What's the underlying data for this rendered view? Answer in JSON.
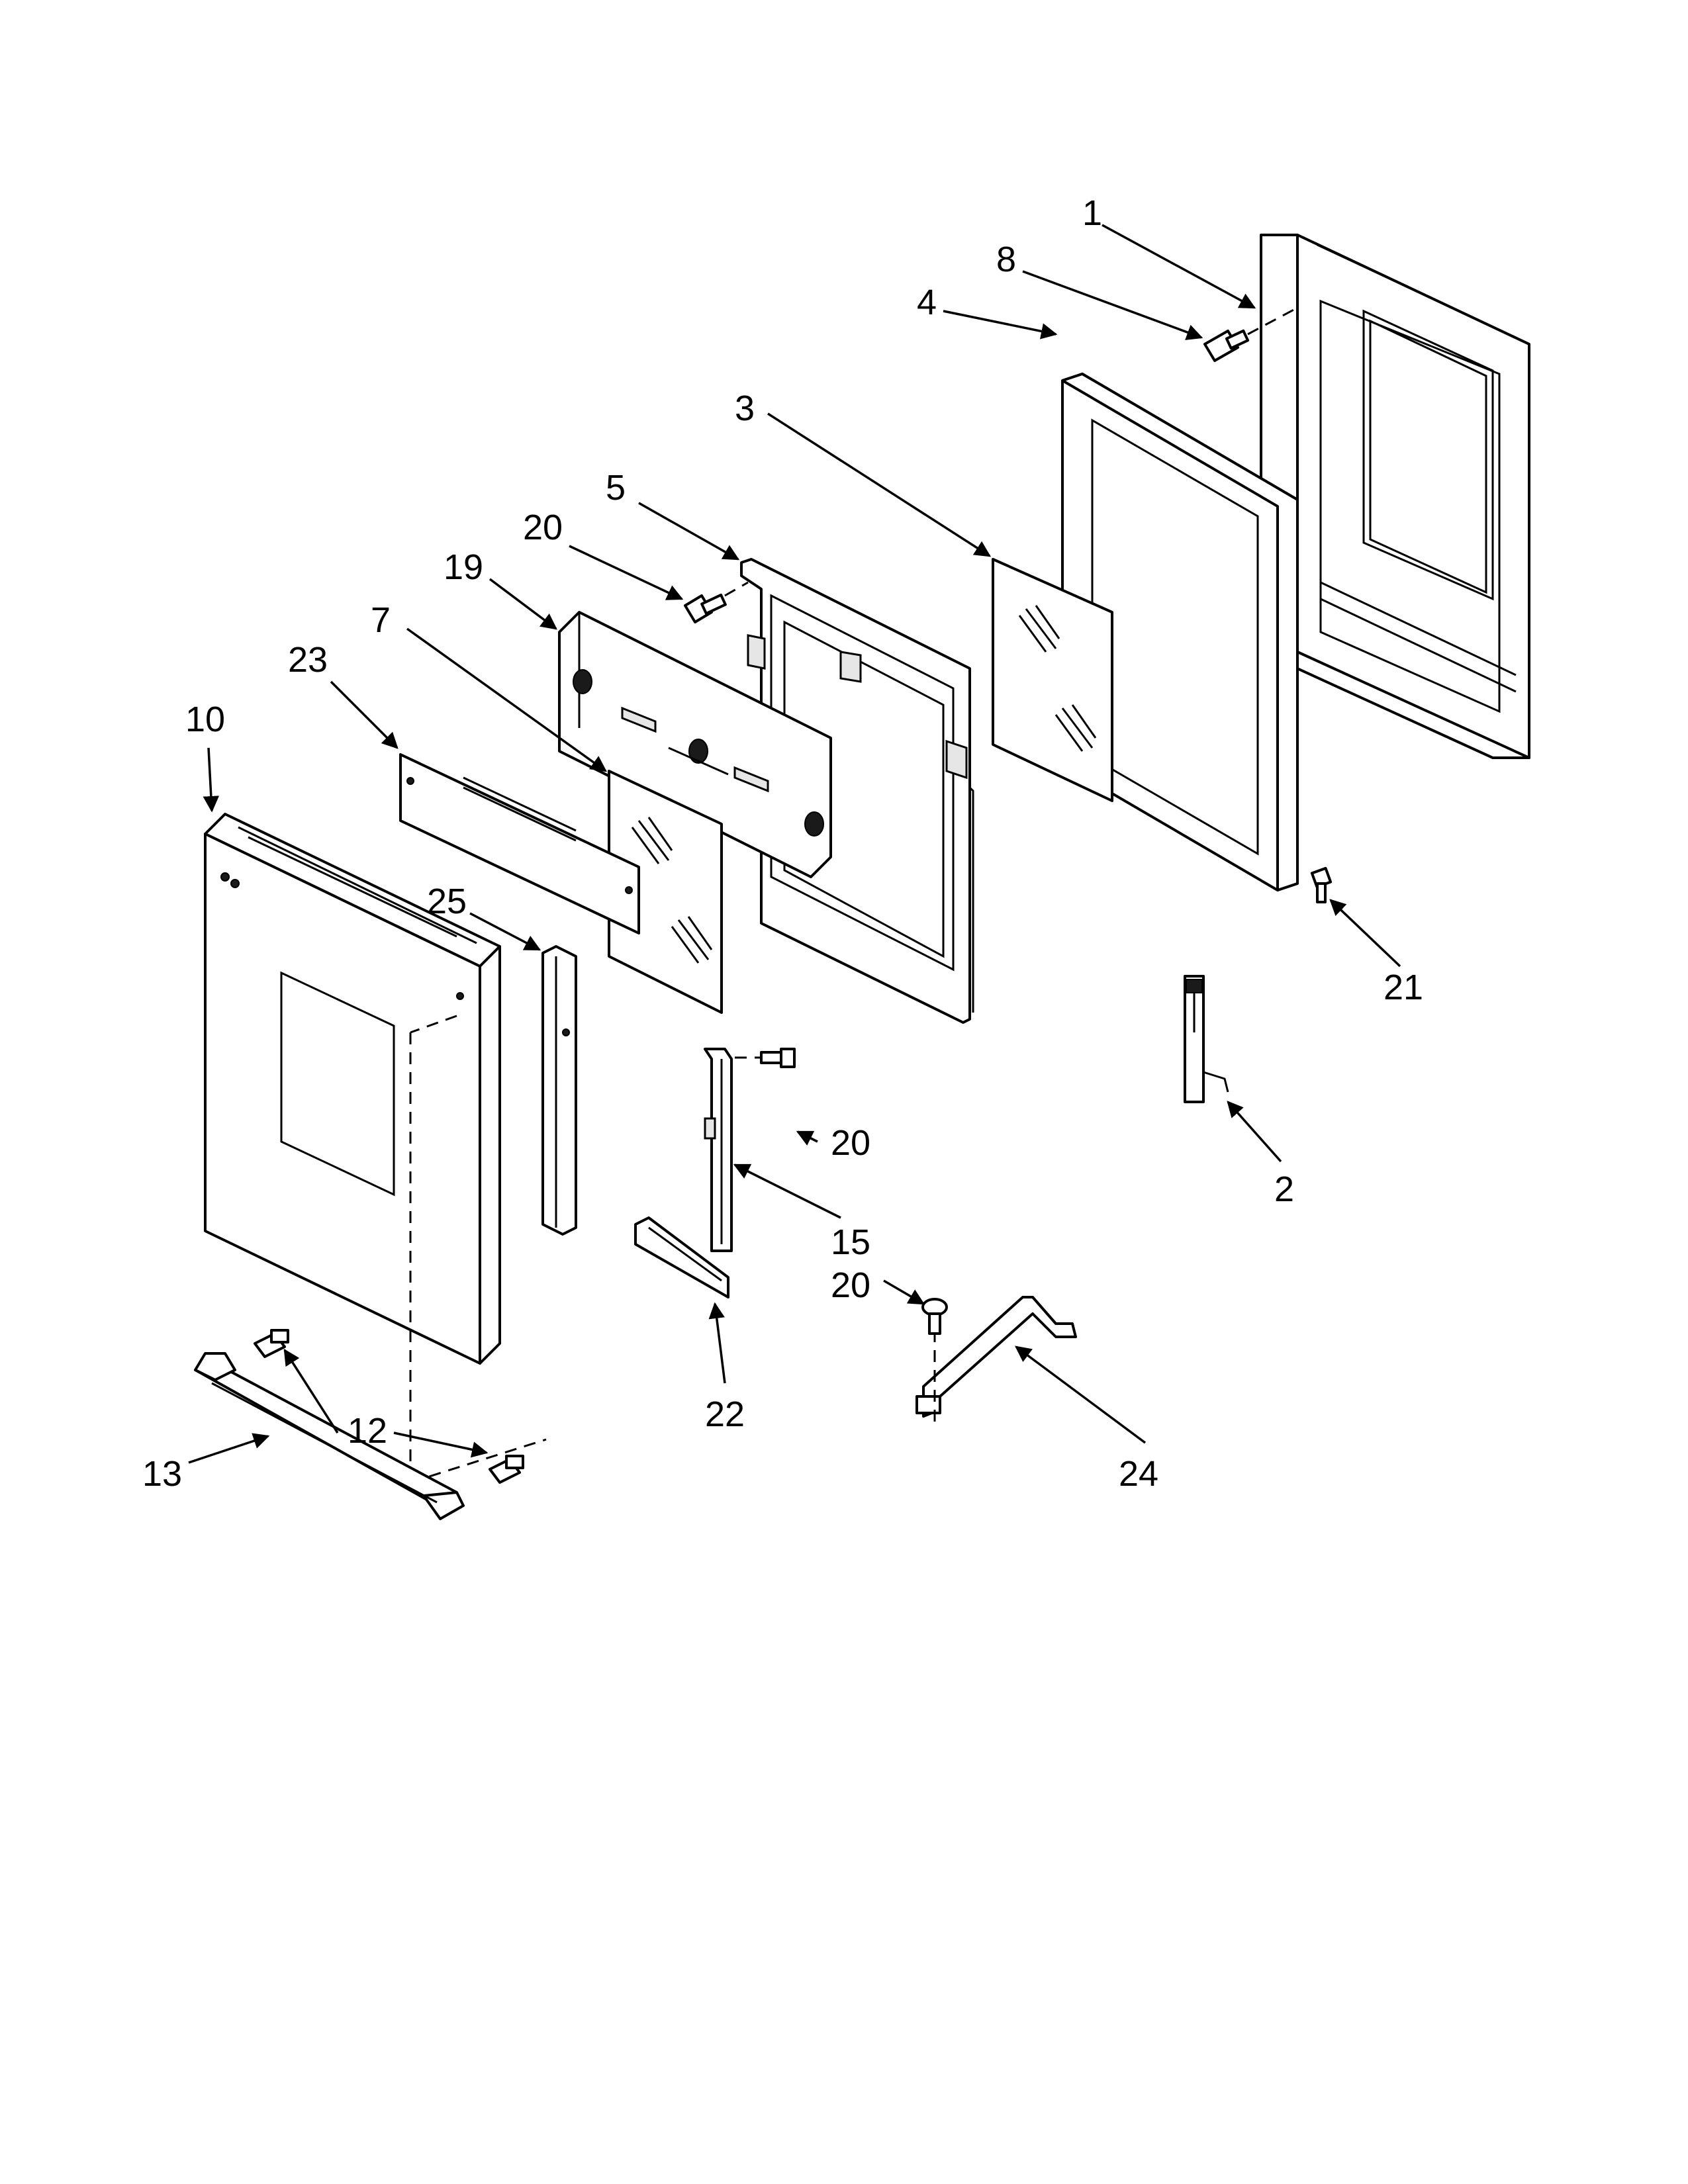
{
  "callouts": {
    "c1": "1",
    "c2": "2",
    "c3": "3",
    "c4": "4",
    "c5": "5",
    "c7": "7",
    "c8": "8",
    "c10": "10",
    "c12": "12",
    "c13": "13",
    "c15": "15",
    "c19": "19",
    "c20a": "20",
    "c20b": "20",
    "c20c": "20",
    "c21": "21",
    "c22": "22",
    "c23": "23",
    "c24": "24",
    "c25": "25"
  }
}
